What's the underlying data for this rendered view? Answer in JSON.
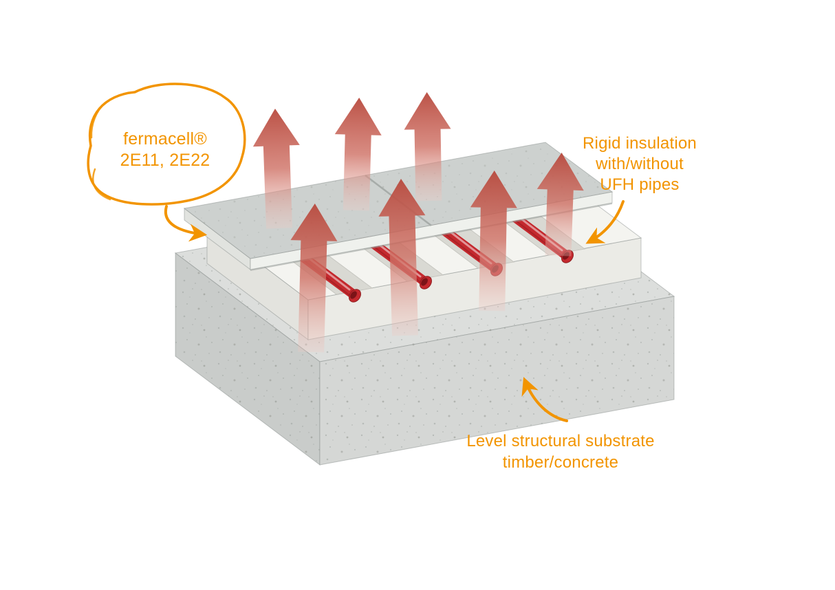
{
  "colors": {
    "accent_orange": "#F29400",
    "heat_dark": "#B8493D",
    "heat_mid": "#CE6F63",
    "heat_light": "#EFC9C2",
    "pipe_red": "#C4292E",
    "pipe_dark": "#7C1418",
    "board_top": "#CDD1CF",
    "board_edge": "#EFF1ED",
    "insulation_top": "#F4F4F0",
    "insulation_front": "#EBEBE6",
    "concrete_top": "#DCDEDC",
    "concrete_front": "#D5D7D5",
    "concrete_left": "#C9CCCA"
  },
  "labels": {
    "bubble": {
      "line1": "fermacell®",
      "line2": "2E11, 2E22"
    },
    "insulation": {
      "line1": "Rigid insulation",
      "line2": "with/without",
      "line3": "UFH pipes"
    },
    "substrate": {
      "line1": "Level structural substrate",
      "line2": "timber/concrete"
    }
  },
  "figure": {
    "heat_arrow_count": 7,
    "pipe_count": 4,
    "board_count": 2
  }
}
